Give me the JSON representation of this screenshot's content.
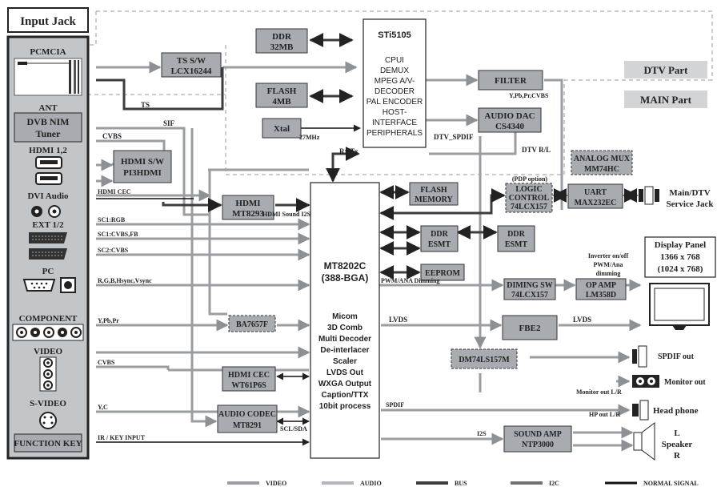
{
  "left_panel": {
    "title": "Input Jack",
    "pcmcia": "PCMCIA",
    "ant": "ANT",
    "dvb_nim": "DVB NIM",
    "tuner": "Tuner",
    "hdmi12": "HDMI 1,2",
    "dvi_audio": "DVI Audio",
    "ext12": "EXT 1/2",
    "pc": "PC",
    "component": "COMPONENT",
    "video": "VIDEO",
    "svideo": "S-VIDEO",
    "function_key": "FUNCTION KEY"
  },
  "parts": {
    "dtv": "DTV Part",
    "main": "MAIN Part"
  },
  "blocks": {
    "ddr32_l1": "DDR",
    "ddr32_l2": "32MB",
    "flash4_l1": "FLASH",
    "flash4_l2": "4MB",
    "xtal": "Xtal",
    "ts_sw_l1": "TS S/W",
    "ts_sw_l2": "LCX16244",
    "sti_title": "STi5105",
    "sti_lines": [
      "CPUI",
      "DEMUX",
      "MPEG A/V-",
      "DECODER",
      "PAL ENCODER",
      "HOST-",
      "INTERFACE",
      "PERIPHERALS"
    ],
    "filter": "FILTER",
    "audio_dac_l1": "AUDIO DAC",
    "audio_dac_l2": "CS4340",
    "hdmi_sw_l1": "HDMI S/W",
    "hdmi_sw_l2": "PI3HDMI",
    "hdmi_mt_l1": "HDMI",
    "hdmi_mt_l2": "MT8293",
    "mt_l1": "MT8202C",
    "mt_l2": "(388-BGA)",
    "mt_lines": [
      "Micom",
      "3D Comb",
      "Multi Decoder",
      "De-interlacer",
      "Scaler",
      "LVDS Out",
      "WXGA Output",
      "Caption/TTX",
      "10bit process"
    ],
    "flash_mem_l1": "FLASH",
    "flash_mem_l2": "MEMORY",
    "ddr_esmt1_l1": "DDR",
    "ddr_esmt1_l2": "ESMT",
    "ddr_esmt2_l1": "DDR",
    "ddr_esmt2_l2": "ESMT",
    "eeprom": "EEPROM",
    "analog_mux_l1": "ANALOG MUX",
    "analog_mux_l2": "MM74HC",
    "pdp_option": "(PDP option)",
    "logic_l1": "LOGIC",
    "logic_l2": "CONTROL",
    "logic_l3": "74LCX157",
    "uart_l1": "UART",
    "uart_l2": "MAX232EC",
    "main_dtv_l1": "Main/DTV",
    "main_dtv_l2": "Service Jack",
    "display_l1": "Display Panel",
    "display_l2": "1366 x 768",
    "display_l3": "(1024 x 768)",
    "inverter_l1": "Inverter on/off",
    "inverter_l2": "PWM/Ana",
    "inverter_l3": "dimming",
    "diming_l1": "DIMING SW",
    "diming_l2": "74LCX157",
    "opamp_l1": "OP AMP",
    "opamp_l2": "LM358D",
    "ba": "BA7657F",
    "fbe2": "FBE2",
    "dm74": "DM74LS157M",
    "spdif_out": "SPDIF out",
    "monitor_out": "Monitor out",
    "head_phone": "Head phone",
    "hdmi_cec_l1": "HDMI CEC",
    "hdmi_cec_l2": "WT61P6S",
    "audio_codec_l1": "AUDIO CODEC",
    "audio_codec_l2": "MT8291",
    "sound_amp_l1": "SOUND AMP",
    "sound_amp_l2": "NTP3000",
    "speaker_l1": "L",
    "speaker_l2": "Speaker",
    "speaker_l3": "R"
  },
  "signals": {
    "ts": "TS",
    "sif": "SIF",
    "cvbs_top": "CVBS",
    "mhz": "27MHz",
    "rx_tx": "Rx,Tx",
    "dtv_spdif": "DTV_SPDIF",
    "ypbpr_cvbs": "Y,Pb,Pr,CVBS",
    "dtv_rl": "DTV R/L",
    "hdmi_cec": "HDMI CEC",
    "hdmi_sound": "HDMI Sound I2S",
    "sc1_rgb": "SC1:RGB",
    "sc1_cvbs": "SC1:CVBS,FB",
    "sc2_cvbs": "SC2:CVBS",
    "rgb_sync": "R,G,B,Hsync,Vsync",
    "pwm_dim": "PWM/ANA Dimming",
    "ypbpr": "Y,Pb,Pr",
    "lvds1": "LVDS",
    "lvds2": "LVDS",
    "cvbs_low": "CVBS",
    "yc": "Y,C",
    "spdif": "SPDIF",
    "monitor_lr": "Monitor out L/R",
    "hp_lr": "HP out L/R",
    "scl_sda": "SCL/SDA",
    "i2s": "I2S",
    "ir_key": "IR / KEY INPUT"
  },
  "legend": [
    {
      "label": "VIDEO",
      "color": "#9a9da2",
      "width": 4
    },
    {
      "label": "AUDIO",
      "color": "#b3b6ba",
      "width": 4
    },
    {
      "label": "BUS",
      "color": "#3c3c3c",
      "width": 4
    },
    {
      "label": "I2C",
      "color": "#6f7175",
      "width": 4
    },
    {
      "label": "NORMAL SIGNAL",
      "color": "#111111",
      "width": 3
    }
  ],
  "colors": {
    "block_fill": "#a8abb0",
    "video_line": "#9a9da2",
    "bus_line": "#3c3c3c"
  }
}
